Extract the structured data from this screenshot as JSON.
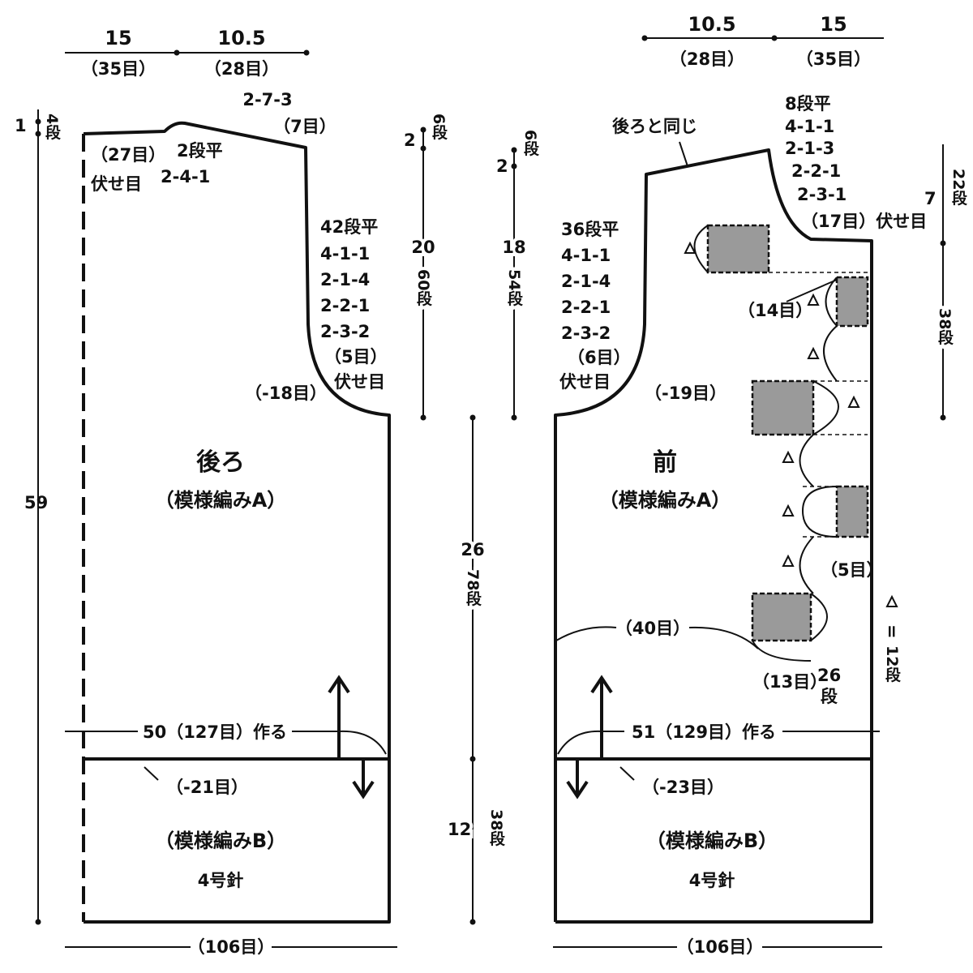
{
  "back": {
    "title": "後ろ",
    "pattern_a": "（模様編みA）",
    "pattern_b": "（模様編みB）",
    "needle": "4号針",
    "top_left_width": "15",
    "top_left_stitches": "（35目）",
    "top_right_width": "10.5",
    "top_right_stitches": "（28目）",
    "shoulder_rule": "2-7-3",
    "shoulder_rule_stitches": "（7目）",
    "neck_depth": "1",
    "neck_rows": "4段",
    "neck_bind_stitches": "（27目）",
    "neck_bind_label": "伏せ目",
    "neck_rule_1": "2段平",
    "neck_rule_2": "2-4-1",
    "armhole_rules": [
      "42段平",
      "4-1-1",
      "2-1-4",
      "2-2-1",
      "2-3-2",
      "（5目）",
      "伏せ目"
    ],
    "armhole_decrease": "（-18目）",
    "length": "59",
    "cast_on": "50（127目）作る",
    "ribbing_decrease": "（-21目）",
    "bottom_stitches": "（106目）"
  },
  "center": {
    "back_shoulder_h": "2",
    "back_shoulder_rows": "6段",
    "back_armhole_h": "20",
    "back_armhole_rows": "60段",
    "front_shoulder_h": "2",
    "front_shoulder_rows": "6段",
    "front_armhole_h": "18",
    "front_armhole_rows": "54段",
    "body_h": "26",
    "body_rows": "78段",
    "hem_h": "12",
    "hem_rows": "38段"
  },
  "front": {
    "title": "前",
    "pattern_a": "（模様編みA）",
    "pattern_b": "（模様編みB）",
    "needle": "4号針",
    "top_left_width": "10.5",
    "top_left_stitches": "（28目）",
    "top_right_width": "15",
    "top_right_stitches": "（35目）",
    "same_as_back": "後ろと同じ",
    "neck_rules": [
      "8段平",
      "4-1-1",
      "2-1-3",
      "2-2-1",
      "2-3-1",
      "（17目）伏せ目"
    ],
    "armhole_rules": [
      "36段平",
      "4-1-1",
      "2-1-4",
      "2-2-1",
      "2-3-2",
      "（6目）",
      "伏せ目"
    ],
    "armhole_decrease": "（-19目）",
    "neck_depth": "7",
    "neck_rows": "22段",
    "band_rows": "38段",
    "pocket_14": "（14目）",
    "pocket_5": "（5目）",
    "pocket_13": "（13目）",
    "pocket_26": "26",
    "pocket_26_unit": "段",
    "triangle_eq": "=",
    "triangle_rows": "12段",
    "stitch_40": "（40目）",
    "cast_on": "51（129目）作る",
    "ribbing_decrease": "（-23目）",
    "bottom_stitches": "（106目）"
  }
}
